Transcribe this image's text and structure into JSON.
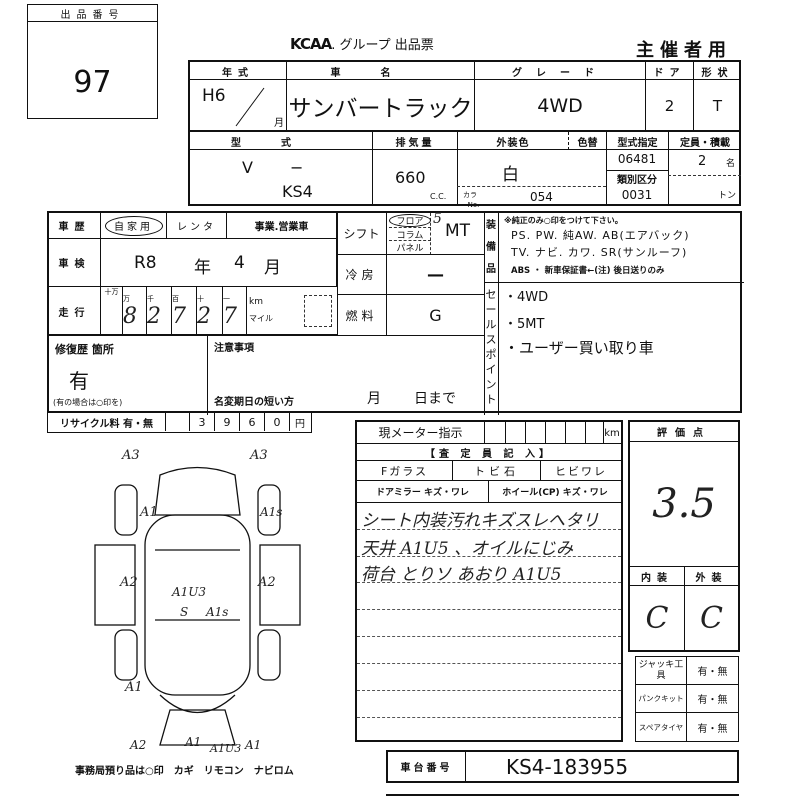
{
  "lot": {
    "label": "出品番号",
    "number": "97"
  },
  "header": {
    "brand": "KCAA",
    "title": ". グループ 出品票",
    "copy": "主催者用"
  },
  "row1": {
    "year_label": "年式",
    "year": "H6",
    "month_unit": "月",
    "name_label": "車名",
    "name": "サンバートラック",
    "grade_label": "グレード",
    "grade": "4WD",
    "door_label": "ドア",
    "door": "2",
    "shape_label": "形状",
    "shape": "T"
  },
  "row2": {
    "model_label": "型式",
    "model_prefix": "V",
    "model_dash": "−",
    "model": "KS4",
    "cc_label": "排気量",
    "cc": "660",
    "cc_unit": "C.C.",
    "color_label": "外装色",
    "color": "白",
    "color_change_label": "色替",
    "color_no_label": "カラーNo.",
    "color_no": "054",
    "type_desig_label": "型式指定",
    "type_desig": "06481",
    "category_label": "類別区分",
    "category": "0031",
    "capacity_label": "定員・積載",
    "capacity": "2",
    "capacity_unit": "名",
    "load_unit": "トン"
  },
  "history": {
    "label": "車歴",
    "options": [
      "自家用",
      "レンタ",
      "事業.営業車"
    ],
    "selected": "自家用"
  },
  "inspection": {
    "label": "車検",
    "era": "R8",
    "year_unit": "年",
    "month": "4",
    "month_unit": "月"
  },
  "mileage": {
    "label": "走行",
    "units": [
      "十万",
      "万",
      "千",
      "百",
      "十",
      "一"
    ],
    "digits": [
      "",
      "8",
      "2",
      "7",
      "2",
      "7"
    ],
    "km": "km",
    "mile": "マイル"
  },
  "shift": {
    "label": "シフト",
    "options": [
      "フロア",
      "コラム",
      "パネル"
    ],
    "selected": "フロア",
    "value": "5",
    "type": "MT"
  },
  "ac": {
    "label": "冷房",
    "value": "—"
  },
  "fuel": {
    "label": "燃料",
    "value": "G"
  },
  "equipment": {
    "label": "装備品",
    "note": "※純正のみ○印をつけて下さい。",
    "line1": "PS. PW. 純AW. AB(エアバック)",
    "line2": "TV. ナビ. カワ. SR(サンルーフ)",
    "line3": "ABS ・ 新車保証書←(注) 後日送りのみ"
  },
  "sales": {
    "label": "セールスポイント",
    "points": [
      "・4WD",
      "・5MT",
      "・ユーザー買い取り車"
    ]
  },
  "repair": {
    "label": "修復歴 箇所",
    "value": "有",
    "note": "(有の場合は○印を)"
  },
  "caution": {
    "label": "注意事項",
    "rename_label": "名変期日の短い方",
    "month": "月",
    "day": "日まで"
  },
  "recycle": {
    "label": "リサイクル料 有・無",
    "digits": [
      "",
      "3",
      "9",
      "6",
      "0"
    ],
    "unit": "円"
  },
  "meter": {
    "label": "現メーター指示",
    "unit": "km",
    "inspector": "【査 定 員 記 入】",
    "fglass": "Fガラス",
    "chip": "トビ石",
    "crack": "ヒビワレ",
    "mirror": "ドアミラー キズ・ワレ",
    "wheel": "ホイール(CP) キズ・ワレ",
    "notes": [
      "シート内装汚れキズスレへタリ",
      "天井 A1U5 、オイルにじみ",
      "荷台 とりソ あおり A1U5"
    ]
  },
  "score": {
    "label": "評価点",
    "value": "3.5",
    "interior_label": "内装",
    "exterior_label": "外装",
    "interior": "C",
    "exterior": "C"
  },
  "accessories": [
    {
      "label": "ジャッキ工具",
      "value": "有・無"
    },
    {
      "label": "パンクキット",
      "value": "有・無"
    },
    {
      "label": "スペアタイヤ",
      "value": "有・無"
    }
  ],
  "chassis": {
    "label": "車台番号",
    "value": "KS4-183955"
  },
  "diagram": {
    "marks": [
      "A3",
      "A3",
      "A1",
      "A1s",
      "A2",
      "A2",
      "A1U3",
      "S",
      "A1s",
      "A1",
      "A2",
      "A1",
      "A1U3",
      "A1"
    ]
  },
  "footer": "事務局預り品は○印　カギ　リモコン　ナビロム"
}
